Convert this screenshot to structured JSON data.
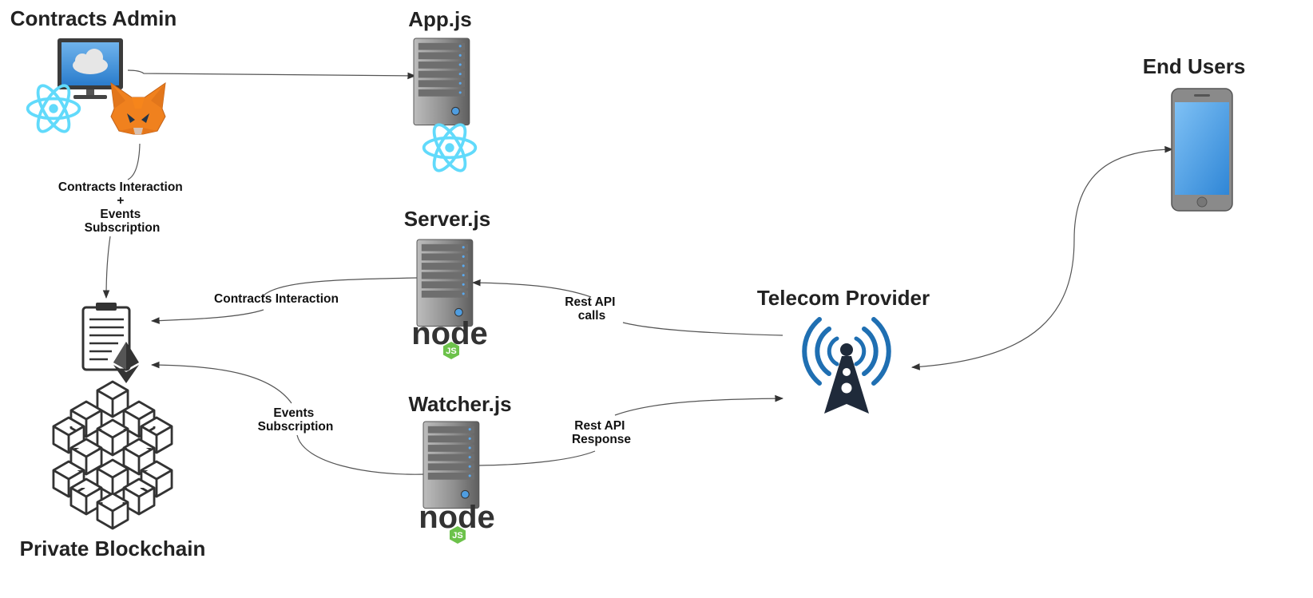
{
  "nodes": {
    "contracts_admin": {
      "title": "Contracts Admin"
    },
    "app_js": {
      "title": "App.js"
    },
    "end_users": {
      "title": "End Users"
    },
    "server_js": {
      "title": "Server.js"
    },
    "telecom_provider": {
      "title": "Telecom Provider"
    },
    "watcher_js": {
      "title": "Watcher.js"
    },
    "private_blockchain": {
      "title": "Private Blockchain"
    }
  },
  "edges": {
    "admin_to_blockchain": {
      "lines": [
        "Contracts Interaction",
        "+",
        "Events",
        "Subscription"
      ]
    },
    "server_to_blockchain": {
      "lines": [
        "Contracts Interaction"
      ]
    },
    "telecom_to_server": {
      "lines": [
        "Rest API",
        "calls"
      ]
    },
    "watcher_to_blockchain": {
      "lines": [
        "Events",
        "Subscription"
      ]
    },
    "watcher_to_telecom": {
      "lines": [
        "Rest API",
        "Response"
      ]
    }
  },
  "logos": {
    "nodejs_wordmark": "node",
    "nodejs_badge": "JS"
  },
  "colors": {
    "react_blue": "#61dafb",
    "signal_blue": "#1f6fb2",
    "tower_dark": "#1f2a3a",
    "nodejs_green": "#6cc24a",
    "metamask_orange": "#f0811e",
    "server_gray": "#8a8a8a",
    "phone_screen": "#5aa9ef",
    "monitor_screen": "#3c8fdc"
  },
  "icons": [
    "desktop-monitor-icon",
    "react-icon",
    "metamask-fox-icon",
    "server-icon",
    "nodejs-logo-icon",
    "smart-contract-icon",
    "ethereum-icon",
    "blockchain-cubes-icon",
    "signal-tower-icon",
    "smartphone-icon"
  ]
}
